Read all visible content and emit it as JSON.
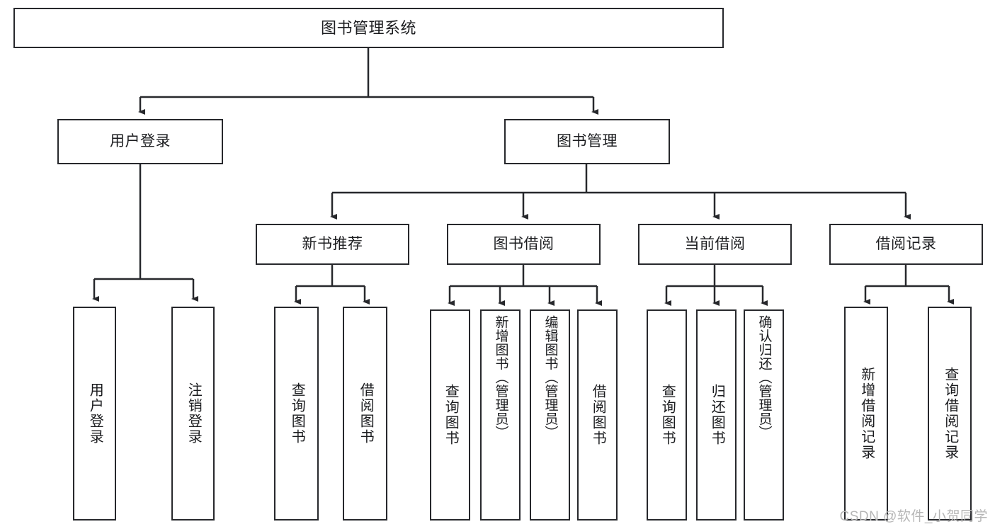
{
  "diagram": {
    "title": "图书管理系统",
    "type": "tree-hierarchy",
    "stroke_color": "#27282c",
    "text_color": "#1b1c1f",
    "background_color": "#ffffff"
  },
  "root": {
    "label": "图书管理系统"
  },
  "level2": [
    {
      "id": "user-login",
      "label": "用户登录"
    },
    {
      "id": "book-management",
      "label": "图书管理"
    }
  ],
  "level3": [
    {
      "id": "new-book-recommend",
      "label": "新书推荐"
    },
    {
      "id": "book-borrow",
      "label": "图书借阅"
    },
    {
      "id": "current-borrow",
      "label": "当前借阅"
    },
    {
      "id": "borrow-record",
      "label": "借阅记录"
    }
  ],
  "leaves": {
    "user_login": [
      {
        "id": "leaf-user-login",
        "label": "用户登录"
      },
      {
        "id": "leaf-logout",
        "label": "注销登录"
      }
    ],
    "new_book_recommend": [
      {
        "id": "leaf-query-book-1",
        "label": "查询图书"
      },
      {
        "id": "leaf-borrow-book-1",
        "label": "借阅图书"
      }
    ],
    "book_borrow": [
      {
        "id": "leaf-query-book-2",
        "label": "查询图书"
      },
      {
        "id": "leaf-add-book",
        "label": "新增图书（管理员）"
      },
      {
        "id": "leaf-edit-book",
        "label": "编辑图书（管理员）"
      },
      {
        "id": "leaf-borrow-book-2",
        "label": "借阅图书"
      }
    ],
    "current_borrow": [
      {
        "id": "leaf-query-book-3",
        "label": "查询图书"
      },
      {
        "id": "leaf-return-book",
        "label": "归还图书"
      },
      {
        "id": "leaf-confirm-return",
        "label": "确认归还（管理员）"
      }
    ],
    "borrow_record": [
      {
        "id": "leaf-add-record",
        "label": "新增借阅记录"
      },
      {
        "id": "leaf-query-record",
        "label": "查询借阅记录"
      }
    ]
  },
  "watermark": {
    "text": "CSDN @软件_小贺同学"
  }
}
